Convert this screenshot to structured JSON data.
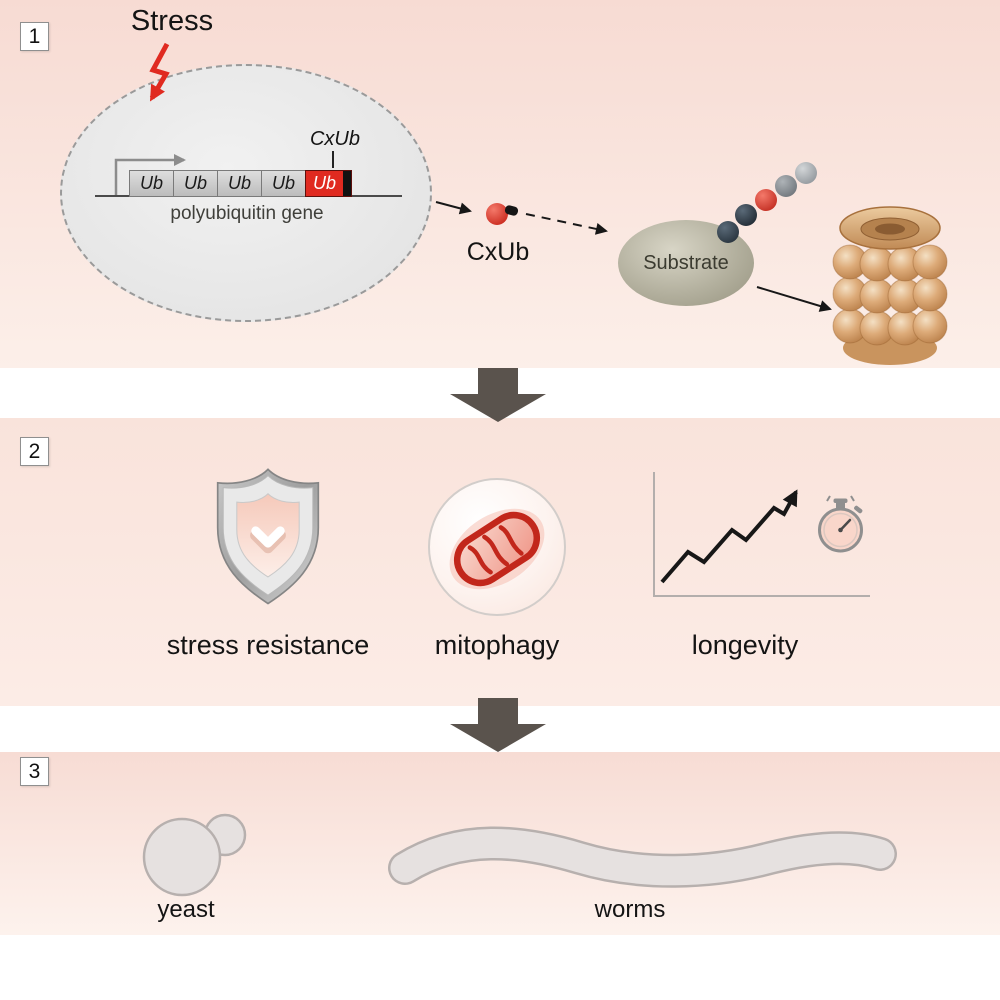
{
  "figure": {
    "panel1": {
      "number": "1",
      "stress_label": "Stress",
      "gene": {
        "cxub_callout": "CxUb",
        "ub_boxes": [
          "Ub",
          "Ub",
          "Ub",
          "Ub"
        ],
        "red_box": "Ub",
        "caption": "polyubiquitin gene"
      },
      "cxub_label": "CxUb",
      "substrate_label": "Substrate"
    },
    "panel2": {
      "number": "2",
      "stress_resistance_label": "stress resistance",
      "mitophagy_label": "mitophagy",
      "longevity_label": "longevity"
    },
    "panel3": {
      "number": "3",
      "yeast_label": "yeast",
      "worms_label": "worms"
    }
  },
  "colors": {
    "panel_pink_top": "#f7dbd3",
    "panel_pink_light": "#fcefe9",
    "accent_red": "#e02a20",
    "dark_arrow": "#5a534d"
  }
}
